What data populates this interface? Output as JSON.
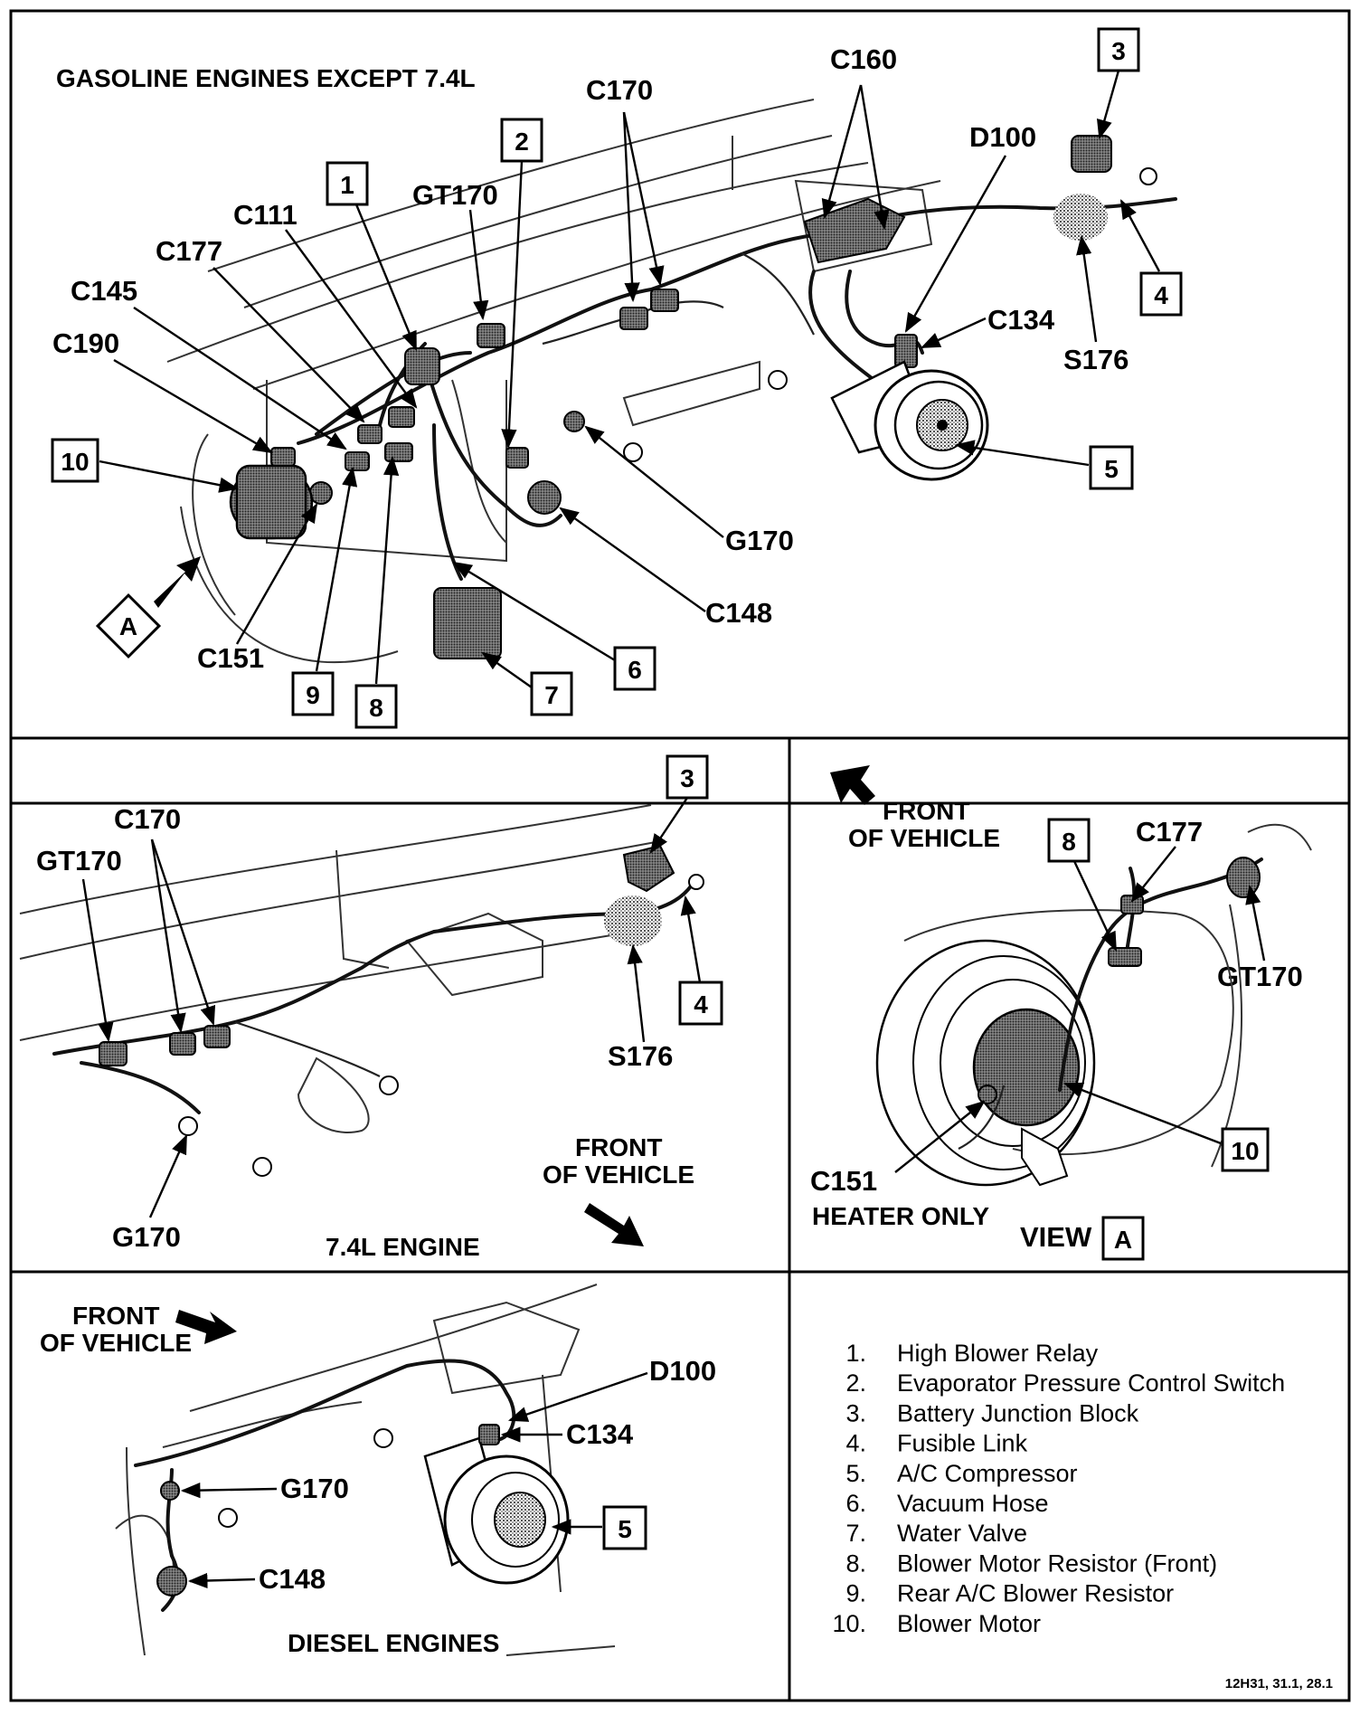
{
  "panels": {
    "gasoline": {
      "title": "GASOLINE ENGINES EXCEPT 7.4L",
      "labels": {
        "c160": "C160",
        "c170": "C170",
        "d100": "D100",
        "gt170": "GT170",
        "c111": "C111",
        "c177": "C177",
        "c145": "C145",
        "c190": "C190",
        "c134": "C134",
        "s176": "S176",
        "g170": "G170",
        "c148": "C148",
        "c151": "C151"
      },
      "view_marker": "A",
      "callouts": [
        "1",
        "2",
        "3",
        "4",
        "5",
        "6",
        "7",
        "8",
        "9",
        "10"
      ]
    },
    "engine_74": {
      "title": "7.4L ENGINE",
      "labels": {
        "c170": "C170",
        "gt170": "GT170",
        "s176": "S176",
        "g170": "G170"
      },
      "front_line1": "FRONT",
      "front_line2": "OF VEHICLE",
      "callouts": [
        "3",
        "4"
      ]
    },
    "view_a": {
      "front_line1": "FRONT",
      "front_line2": "OF VEHICLE",
      "labels": {
        "c177": "C177",
        "gt170": "GT170",
        "c151": "C151",
        "heater_only": "HEATER ONLY"
      },
      "view_word": "VIEW",
      "view_marker": "A",
      "callouts": [
        "8",
        "10"
      ]
    },
    "diesel": {
      "title": "DIESEL ENGINES",
      "front_line1": "FRONT",
      "front_line2": "OF VEHICLE",
      "labels": {
        "d100": "D100",
        "c134": "C134",
        "g170": "G170",
        "c148": "C148"
      },
      "callouts": [
        "5"
      ]
    }
  },
  "legend": [
    {
      "num": "1.",
      "text": "High Blower Relay"
    },
    {
      "num": "2.",
      "text": "Evaporator Pressure Control Switch"
    },
    {
      "num": "3.",
      "text": "Battery Junction Block"
    },
    {
      "num": "4.",
      "text": "Fusible Link"
    },
    {
      "num": "5.",
      "text": "A/C Compressor"
    },
    {
      "num": "6.",
      "text": "Vacuum Hose"
    },
    {
      "num": "7.",
      "text": "Water Valve"
    },
    {
      "num": "8.",
      "text": "Blower Motor Resistor (Front)"
    },
    {
      "num": "9.",
      "text": "Rear A/C Blower Resistor"
    },
    {
      "num": "10.",
      "text": "Blower Motor"
    }
  ],
  "figure_code": "12H31, 31.1, 28.1"
}
